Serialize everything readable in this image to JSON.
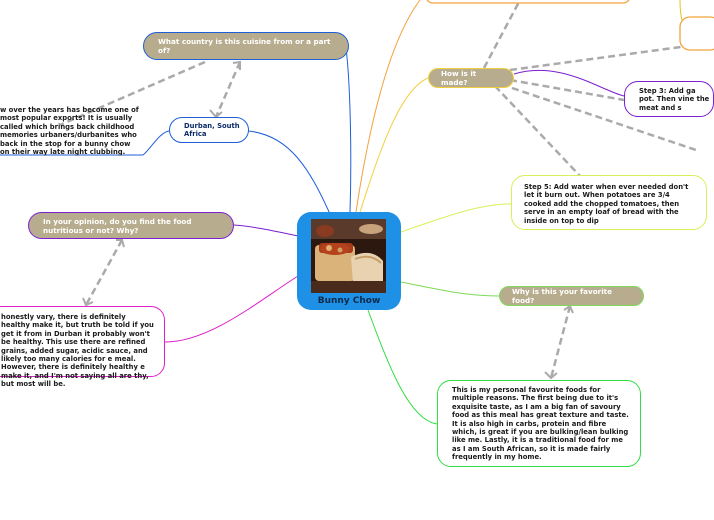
{
  "center": {
    "title": "Bunny Chow",
    "image": "bunny-chow-photo"
  },
  "question_origin": "What country is this cuisine from or a part of?",
  "answer_origin": "Durban, South Africa",
  "origin_note": "w over the years has become one of most popular exports! It is usually called which brings back childhood memories urbaners/durbanites who back in the stop for a bunny chow on their way late night clubbing.",
  "question_nutrition": "In your opinion, do you find the food nutritious or not? Why?",
  "answer_nutrition": "honestly vary, there is definitely healthy make it, but truth be told if you get it from in Durban it probably won't be healthy. This use there are refined grains, added sugar, acidic sauce, and likely too many calories for e meal. However, there is definitely healthy e make it, and I'm not saying all are thy, but most will be.",
  "question_made": "How is it made?",
  "step3": "Step 3: Add ga pot. Then vine the meat and s",
  "step5": "Step 5: Add water when ever needed don't let it burn out. When potatoes are 3/4 cooked add the chopped tomatoes, then serve in an empty loaf of bread with the inside on top to dip",
  "question_favorite": "Why is this your favorite food?",
  "answer_favorite": "This is my personal favourite foods for multiple reasons. The first being due to it's exquisite taste, as I am a big fan of savoury food as this meal has great texture and taste. It is also high in carbs, protein and fibre which, is great if you are bulking/lean bulking like me. Lastly, it is a traditional food for me as I am South African, so it is made fairly frequently in my home.",
  "colors": {
    "blue": "#1e5fd8",
    "purple": "#7b1fd1",
    "magenta": "#e020c8",
    "yellow": "#f0d040",
    "green": "#7ed957",
    "orange": "#f2a23a",
    "gold": "#e8c21a",
    "question_fill": "#b7ad8e",
    "dashed_link": "#aaaaaa"
  }
}
